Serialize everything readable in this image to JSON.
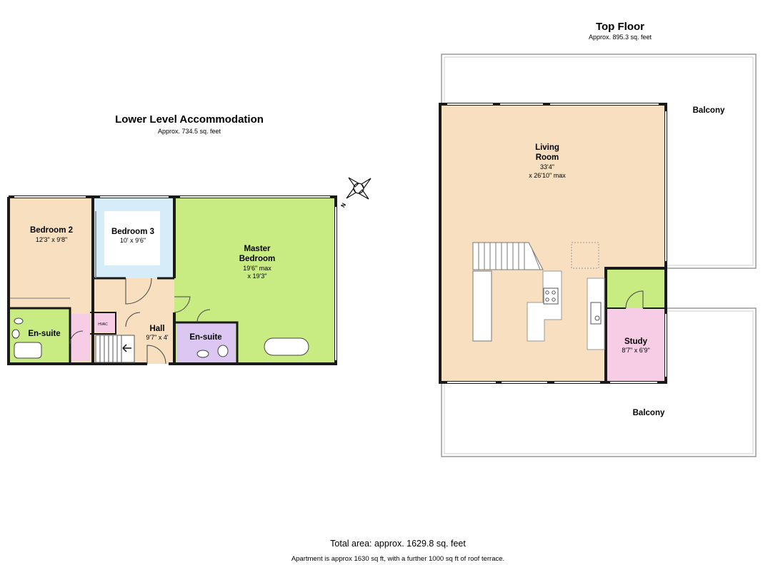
{
  "lower_level": {
    "title": "Lower Level Accommodation",
    "area": "Approx. 734.5 sq. feet",
    "rooms": {
      "bedroom2": {
        "name": "Bedroom 2",
        "dims": "12'3\" x 9'8\""
      },
      "bedroom3": {
        "name": "Bedroom 3",
        "dims": "10' x 9'6\""
      },
      "master": {
        "name_line1": "Master",
        "name_line2": "Bedroom",
        "dims_line1": "19'6\" max",
        "dims_line2": "x 19'3\""
      },
      "hall": {
        "name": "Hall",
        "dims": "9'7\" x 4'"
      },
      "ensuite_left": {
        "name": "En-suite"
      },
      "ensuite_right": {
        "name": "En-suite"
      },
      "hvac": {
        "label": "HVAC"
      }
    },
    "compass_letter": "N"
  },
  "top_floor": {
    "title": "Top Floor",
    "area": "Approx. 895.3 sq. feet",
    "rooms": {
      "living": {
        "name_line1": "Living",
        "name_line2": "Room",
        "dims_line1": "33'4\"",
        "dims_line2": "x 26'10\" max"
      },
      "study": {
        "name": "Study",
        "dims": "8'7\" x 6'9\""
      },
      "balcony_top": {
        "name": "Balcony"
      },
      "balcony_bottom": {
        "name": "Balcony"
      }
    }
  },
  "footer": {
    "total_area": "Total area: approx. 1629.8 sq. feet",
    "note": "Apartment is approx 1630 sq ft, with a further 1000 sq ft of roof terrace."
  },
  "colors": {
    "wall": "#1a1a1a",
    "beige": "#f7dfbf",
    "green": "#c8ec82",
    "light_blue": "#d6ecf8",
    "pink": "#f7cde6",
    "purple": "#dcc6f2",
    "balcony_line": "#9a9a9a"
  }
}
